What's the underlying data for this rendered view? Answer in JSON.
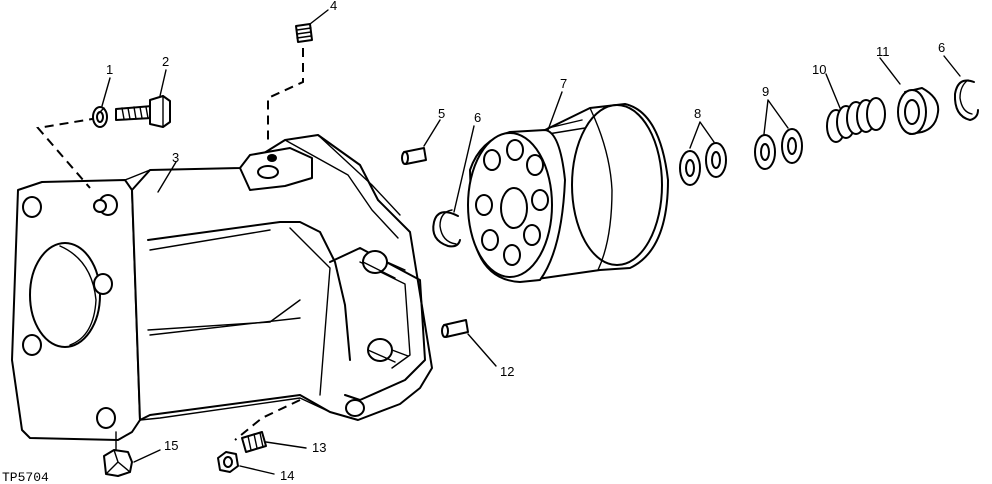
{
  "figure_id": "TP5704",
  "callouts": {
    "c1": "1",
    "c2": "2",
    "c3": "3",
    "c4": "4",
    "c5": "5",
    "c6a": "6",
    "c6b": "6",
    "c7": "7",
    "c8": "8",
    "c9": "9",
    "c10": "10",
    "c11": "11",
    "c12": "12",
    "c13": "13",
    "c14": "14",
    "c15": "15"
  }
}
